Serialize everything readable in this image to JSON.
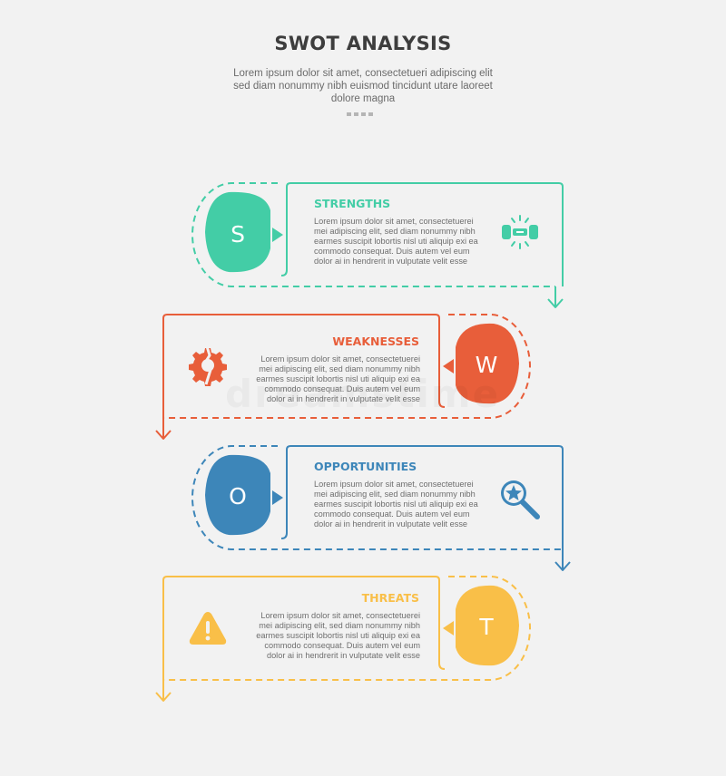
{
  "header": {
    "title": "SWOT ANALYSIS",
    "subtitle": "Lorem ipsum dolor sit amet, consectetueri adipiscing elit sed diam nonummy nibh euismod tincidunt utare laoreet dolore magna"
  },
  "items": [
    {
      "letter": "S",
      "title": "STRENGTHS",
      "color": "#43cda6",
      "icon": "dumbbell-icon",
      "body": "Lorem ipsum dolor sit amet, consectetuerei mei adipiscing elit, sed diam nonummy nibh earmes suscipit lobortis nisl uti aliquip exi ea commodo consequat. Duis autem vel eum dolor ai in hendrerit in vulputate velit esse"
    },
    {
      "letter": "W",
      "title": "WEAKNESSES",
      "color": "#e85e3a",
      "icon": "broken-gear-icon",
      "body": "Lorem ipsum dolor sit amet, consectetuerei mei adipiscing elit, sed diam nonummy nibh earmes suscipit lobortis nisl uti aliquip exi ea commodo consequat. Duis autem vel eum dolor ai in hendrerit in vulputate velit esse"
    },
    {
      "letter": "O",
      "title": "OPPORTUNITIES",
      "color": "#3d86b9",
      "icon": "star-search-icon",
      "body": "Lorem ipsum dolor sit amet, consectetuerei mei adipiscing elit, sed diam nonummy nibh earmes suscipit lobortis nisl uti aliquip exi ea commodo consequat. Duis autem vel eum dolor ai in hendrerit in vulputate velit esse"
    },
    {
      "letter": "T",
      "title": "THREATS",
      "color": "#f9bf48",
      "icon": "warning-icon",
      "body": "Lorem ipsum dolor sit amet, consectetuerei mei adipiscing elit, sed diam nonummy nibh earmes suscipit lobortis nisl uti aliquip exi ea commodo consequat. Duis autem vel eum dolor ai in hendrerit in vulputate velit esse"
    }
  ]
}
